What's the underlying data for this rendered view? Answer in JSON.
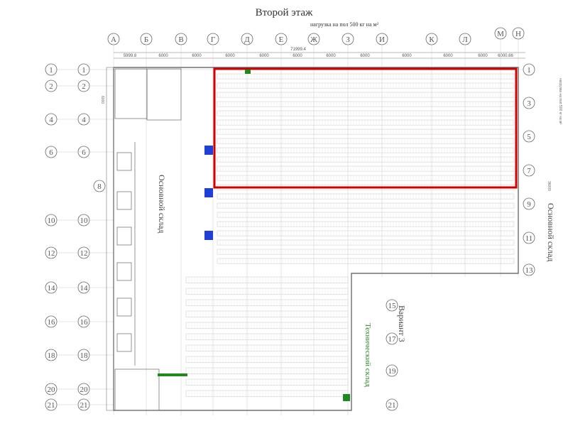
{
  "drawing": {
    "title": "Второй этаж",
    "load_note": "нагрузка на пол 500 кг на м²",
    "vertical_note": "нагрузка на пол 500 кг на м²"
  },
  "axes": {
    "columns": [
      "А",
      "Б",
      "В",
      "Г",
      "Д",
      "Е",
      "Ж",
      "З",
      "И",
      "К",
      "Л",
      "М",
      "Н"
    ],
    "rows_left": [
      "1",
      "2",
      "4",
      "6",
      "8",
      "10",
      "12",
      "14",
      "16",
      "18",
      "20",
      "21"
    ],
    "rows_right": [
      "1",
      "3",
      "5",
      "7",
      "9",
      "11",
      "13"
    ],
    "rows_tech": [
      "15",
      "17",
      "19",
      "21"
    ]
  },
  "dimensions": {
    "top_overall": "71999.4",
    "top_spans": [
      "5999.8",
      "6000",
      "6000",
      "6000",
      "6000",
      "6000",
      "6000",
      "6000",
      "6000",
      "6000",
      "6000",
      "6000.66"
    ],
    "left_span": "6000",
    "right_span": "36000"
  },
  "zones": {
    "main_left": "Основной склад",
    "main_right": "Основной склад",
    "tech": "Технический склад",
    "variant": "Вариант 3"
  },
  "colors": {
    "line": "#555555",
    "grid": "#999999",
    "highlight": "#d40000",
    "rack": "#c8c8c8",
    "blue_block": "#1f3fd6",
    "green_mark": "#1e8a1e"
  }
}
